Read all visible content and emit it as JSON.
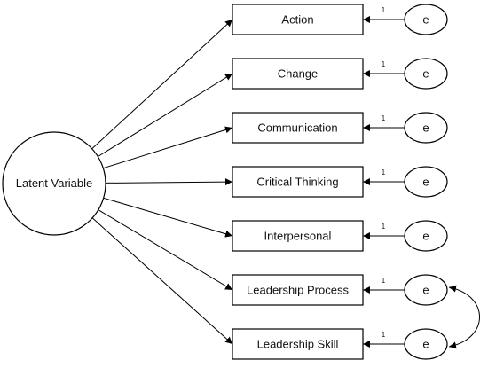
{
  "latent": {
    "label": "Latent Variable"
  },
  "indicators": [
    {
      "label": "Action",
      "error": "e",
      "weight": "1"
    },
    {
      "label": "Change",
      "error": "e",
      "weight": "1"
    },
    {
      "label": "Communication",
      "error": "e",
      "weight": "1"
    },
    {
      "label": "Critical Thinking",
      "error": "e",
      "weight": "1"
    },
    {
      "label": "Interpersonal",
      "error": "e",
      "weight": "1"
    },
    {
      "label": "Leadership Process",
      "error": "e",
      "weight": "1"
    },
    {
      "label": "Leadership Skill",
      "error": "e",
      "weight": "1"
    }
  ],
  "correlated_errors": [
    [
      5,
      6
    ]
  ]
}
